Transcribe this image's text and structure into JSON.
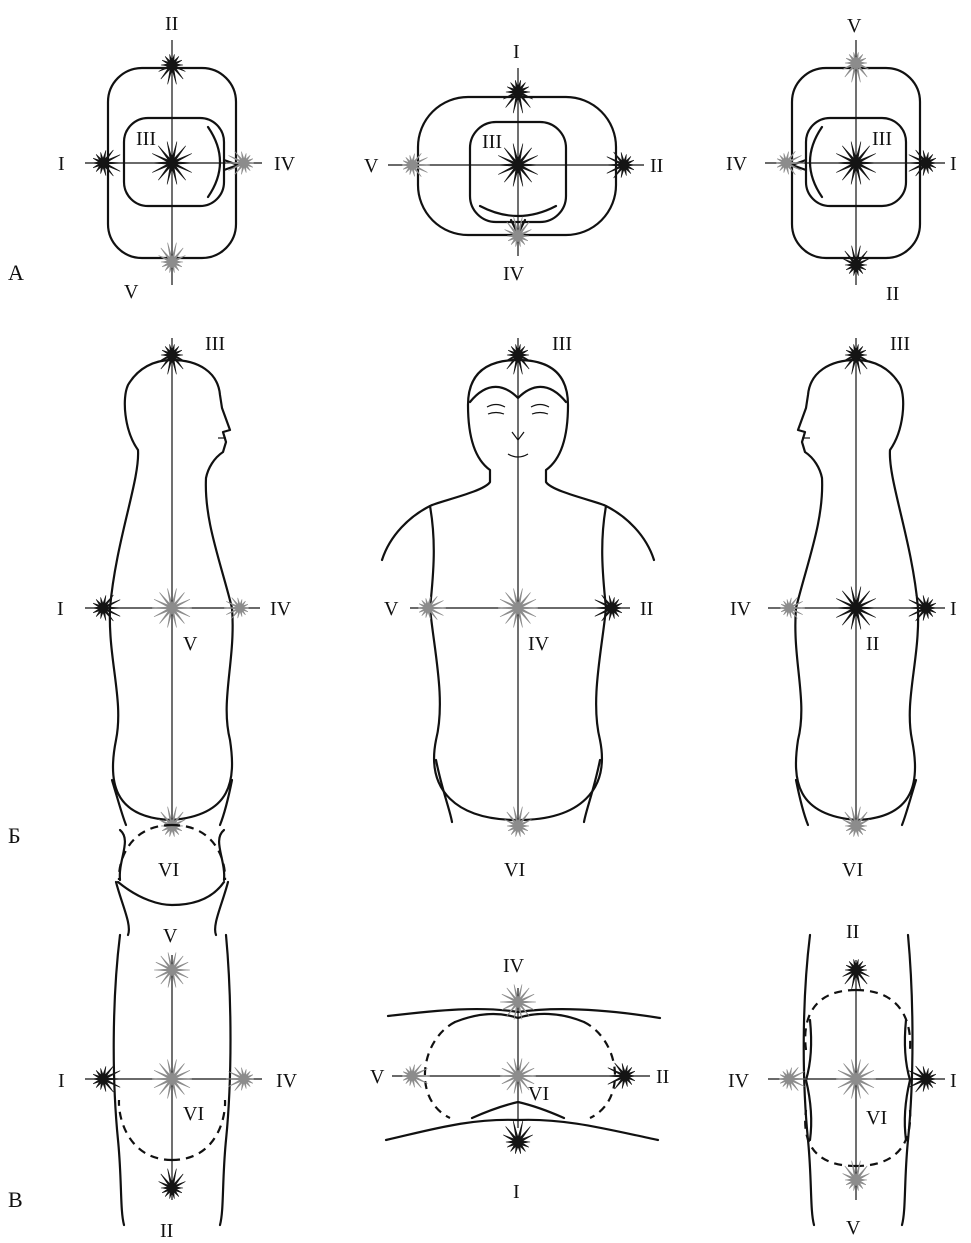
{
  "row_labels": {
    "a": "А",
    "b": "Б",
    "v": "В"
  },
  "star_colors": {
    "dark": "#141414",
    "light": "#8c8c8c"
  },
  "panels": [
    {
      "id": "a1",
      "labels": [
        "II",
        "I",
        "III",
        "IV",
        "V"
      ]
    },
    {
      "id": "a2",
      "labels": [
        "I",
        "V",
        "III",
        "II",
        "IV"
      ]
    },
    {
      "id": "a3",
      "labels": [
        "V",
        "IV",
        "III",
        "I",
        "II"
      ]
    },
    {
      "id": "b1",
      "labels": [
        "III",
        "I",
        "V",
        "IV",
        "VI"
      ]
    },
    {
      "id": "b2",
      "labels": [
        "III",
        "V",
        "IV",
        "II",
        "VI"
      ]
    },
    {
      "id": "b3",
      "labels": [
        "III",
        "IV",
        "II",
        "I",
        "VI"
      ]
    },
    {
      "id": "c1",
      "labels": [
        "V",
        "I",
        "IV",
        "VI",
        "II"
      ]
    },
    {
      "id": "c2",
      "labels": [
        "IV",
        "V",
        "II",
        "VI",
        "I"
      ]
    },
    {
      "id": "c3",
      "labels": [
        "II",
        "IV",
        "I",
        "VI",
        "V"
      ]
    }
  ]
}
